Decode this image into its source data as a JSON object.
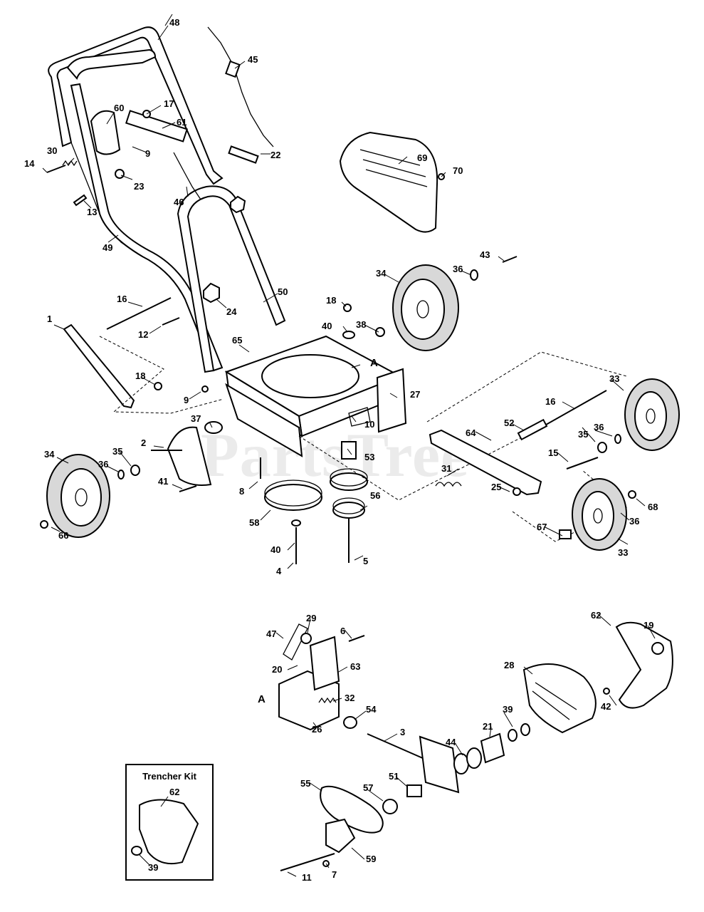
{
  "watermark": "PartsTree",
  "kit": {
    "title": "Trencher Kit"
  },
  "callouts": {
    "c1": "1",
    "c2": "2",
    "c3": "3",
    "c4": "4",
    "c5": "5",
    "c6": "6",
    "c7": "7",
    "c8": "8",
    "c9": "9",
    "c10": "10",
    "c11": "11",
    "c12": "12",
    "c13": "13",
    "c14": "14",
    "c15": "15",
    "c16": "16",
    "c17": "17",
    "c18": "18",
    "c19": "19",
    "c20": "20",
    "c21": "21",
    "c22": "22",
    "c23": "23",
    "c24": "24",
    "c25": "25",
    "c26": "26",
    "c27": "27",
    "c28": "28",
    "c29": "29",
    "c30": "30",
    "c31": "31",
    "c32": "32",
    "c33": "33",
    "c34": "34",
    "c35": "35",
    "c36": "36",
    "c37": "37",
    "c38": "38",
    "c39": "39",
    "c40": "40",
    "c41": "41",
    "c42": "42",
    "c43": "43",
    "c44": "44",
    "c45": "45",
    "c46": "46",
    "c47": "47",
    "c48": "48",
    "c49": "49",
    "c50": "50",
    "c51": "51",
    "c52": "52",
    "c53": "53",
    "c54": "54",
    "c55": "55",
    "c56": "56",
    "c57": "57",
    "c58": "58",
    "c59": "59",
    "c60": "60",
    "c61": "61",
    "c62": "62",
    "c63": "63",
    "c64": "64",
    "c65": "65",
    "c66": "66",
    "c67": "67",
    "c68": "68",
    "c69": "69",
    "c70": "70",
    "refA": "A"
  }
}
